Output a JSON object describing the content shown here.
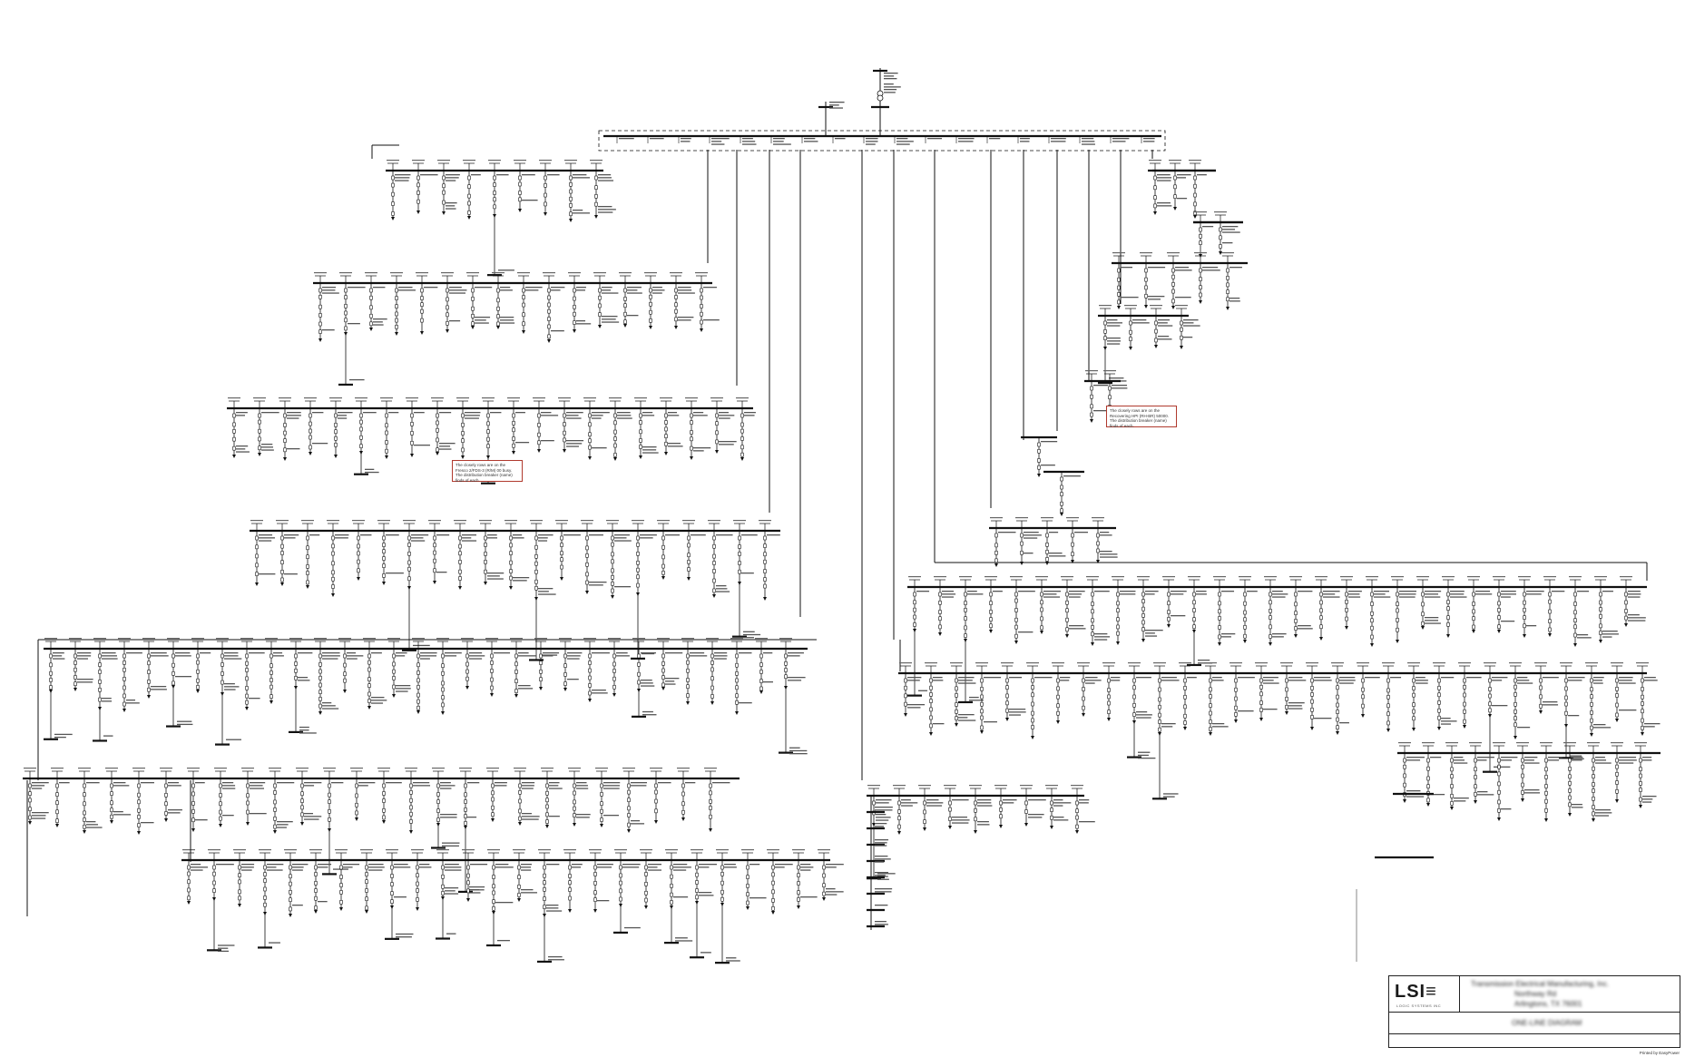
{
  "diagram": {
    "type": "single-line electrical distribution diagram",
    "notes": [
      "The closely rows are on the Fresco 2/FDS-3 (R/M) 00 busy. The distribution breaker (name) finds of each.",
      "The closely rows are on the Recovering HPI (RH-BR) 50000. The distribution breaker (name) finds of each."
    ]
  },
  "title_block": {
    "logo_text": "LSI≡",
    "logo_subtitle": "LOGIC SYSTEMS INC",
    "line1": "Transmission Electrical Manufacturing, Inc.",
    "line2": "Northway Rd",
    "line3": "Arlingtons, TX 76001",
    "drawing_title": "ONE-LINE DIAGRAM"
  },
  "printed_by": "Printed by EasyPower"
}
